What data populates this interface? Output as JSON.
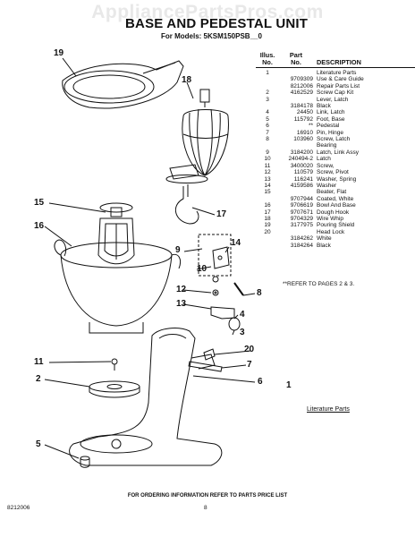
{
  "watermark": "AppliancePartsPros.com",
  "title": "BASE AND PEDESTAL UNIT",
  "subtitle": "For Models: 5KSM150PSB__0",
  "table": {
    "headers": {
      "illus_1": "Illus.",
      "illus_2": "No.",
      "part_1": "Part",
      "part_2": "No.",
      "desc": "DESCRIPTION"
    },
    "rows": [
      {
        "illus": "1",
        "part": "",
        "desc": "Literature Parts"
      },
      {
        "illus": "",
        "part": "9709309",
        "desc": "Use & Care Guide"
      },
      {
        "illus": "",
        "part": "8212006",
        "desc": "Repair Parts List"
      },
      {
        "illus": "2",
        "part": "4162529",
        "desc": "Screw Cap Kit"
      },
      {
        "illus": "3",
        "part": "",
        "desc": "Lever, Latch"
      },
      {
        "illus": "",
        "part": "3184178",
        "desc": "Black"
      },
      {
        "illus": "4",
        "part": "24450",
        "desc": "Link, Latch"
      },
      {
        "illus": "5",
        "part": "115792",
        "desc": "Foot, Base"
      },
      {
        "illus": "6",
        "part": "**",
        "desc": "Pedestal"
      },
      {
        "illus": "7",
        "part": "16910",
        "desc": "Pin, Hinge"
      },
      {
        "illus": "8",
        "part": "103960",
        "desc": "Screw, Latch"
      },
      {
        "illus": "",
        "part": "",
        "desc": "Bearing"
      },
      {
        "illus": "9",
        "part": "3184200",
        "desc": "Latch, Link Assy"
      },
      {
        "illus": "10",
        "part": "240494-2",
        "desc": "Latch"
      },
      {
        "illus": "11",
        "part": "3400020",
        "desc": "Screw,"
      },
      {
        "illus": "12",
        "part": "110579",
        "desc": "Screw, Pivot"
      },
      {
        "illus": "13",
        "part": "116241",
        "desc": "Washer, Spring"
      },
      {
        "illus": "14",
        "part": "4159586",
        "desc": "Washer"
      },
      {
        "illus": "15",
        "part": "",
        "desc": "Beater, Flat"
      },
      {
        "illus": "",
        "part": "9707944",
        "desc": "Coated, White"
      },
      {
        "illus": "16",
        "part": "9706619",
        "desc": "Bowl And Base"
      },
      {
        "illus": "17",
        "part": "9707671",
        "desc": "Dough Hook"
      },
      {
        "illus": "18",
        "part": "9704329",
        "desc": "Wire Whip"
      },
      {
        "illus": "19",
        "part": "3177975",
        "desc": "Pouring Shield"
      },
      {
        "illus": "20",
        "part": "",
        "desc": "Head Lock"
      },
      {
        "illus": "",
        "part": "3184262",
        "desc": "White"
      },
      {
        "illus": "",
        "part": "3184264",
        "desc": "Black"
      }
    ]
  },
  "note": "**REFER TO PAGES 2 & 3.",
  "literature_label": "Literature Parts",
  "callouts": [
    "19",
    "18",
    "15",
    "16",
    "17",
    "9",
    "14",
    "10",
    "12",
    "13",
    "8",
    "4",
    "3",
    "20",
    "1",
    "11",
    "7",
    "2",
    "6",
    "5"
  ],
  "footer": {
    "ordering": "FOR ORDERING INFORMATION REFER TO PARTS PRICE LIST",
    "doc_number": "8212006",
    "page": "8"
  }
}
